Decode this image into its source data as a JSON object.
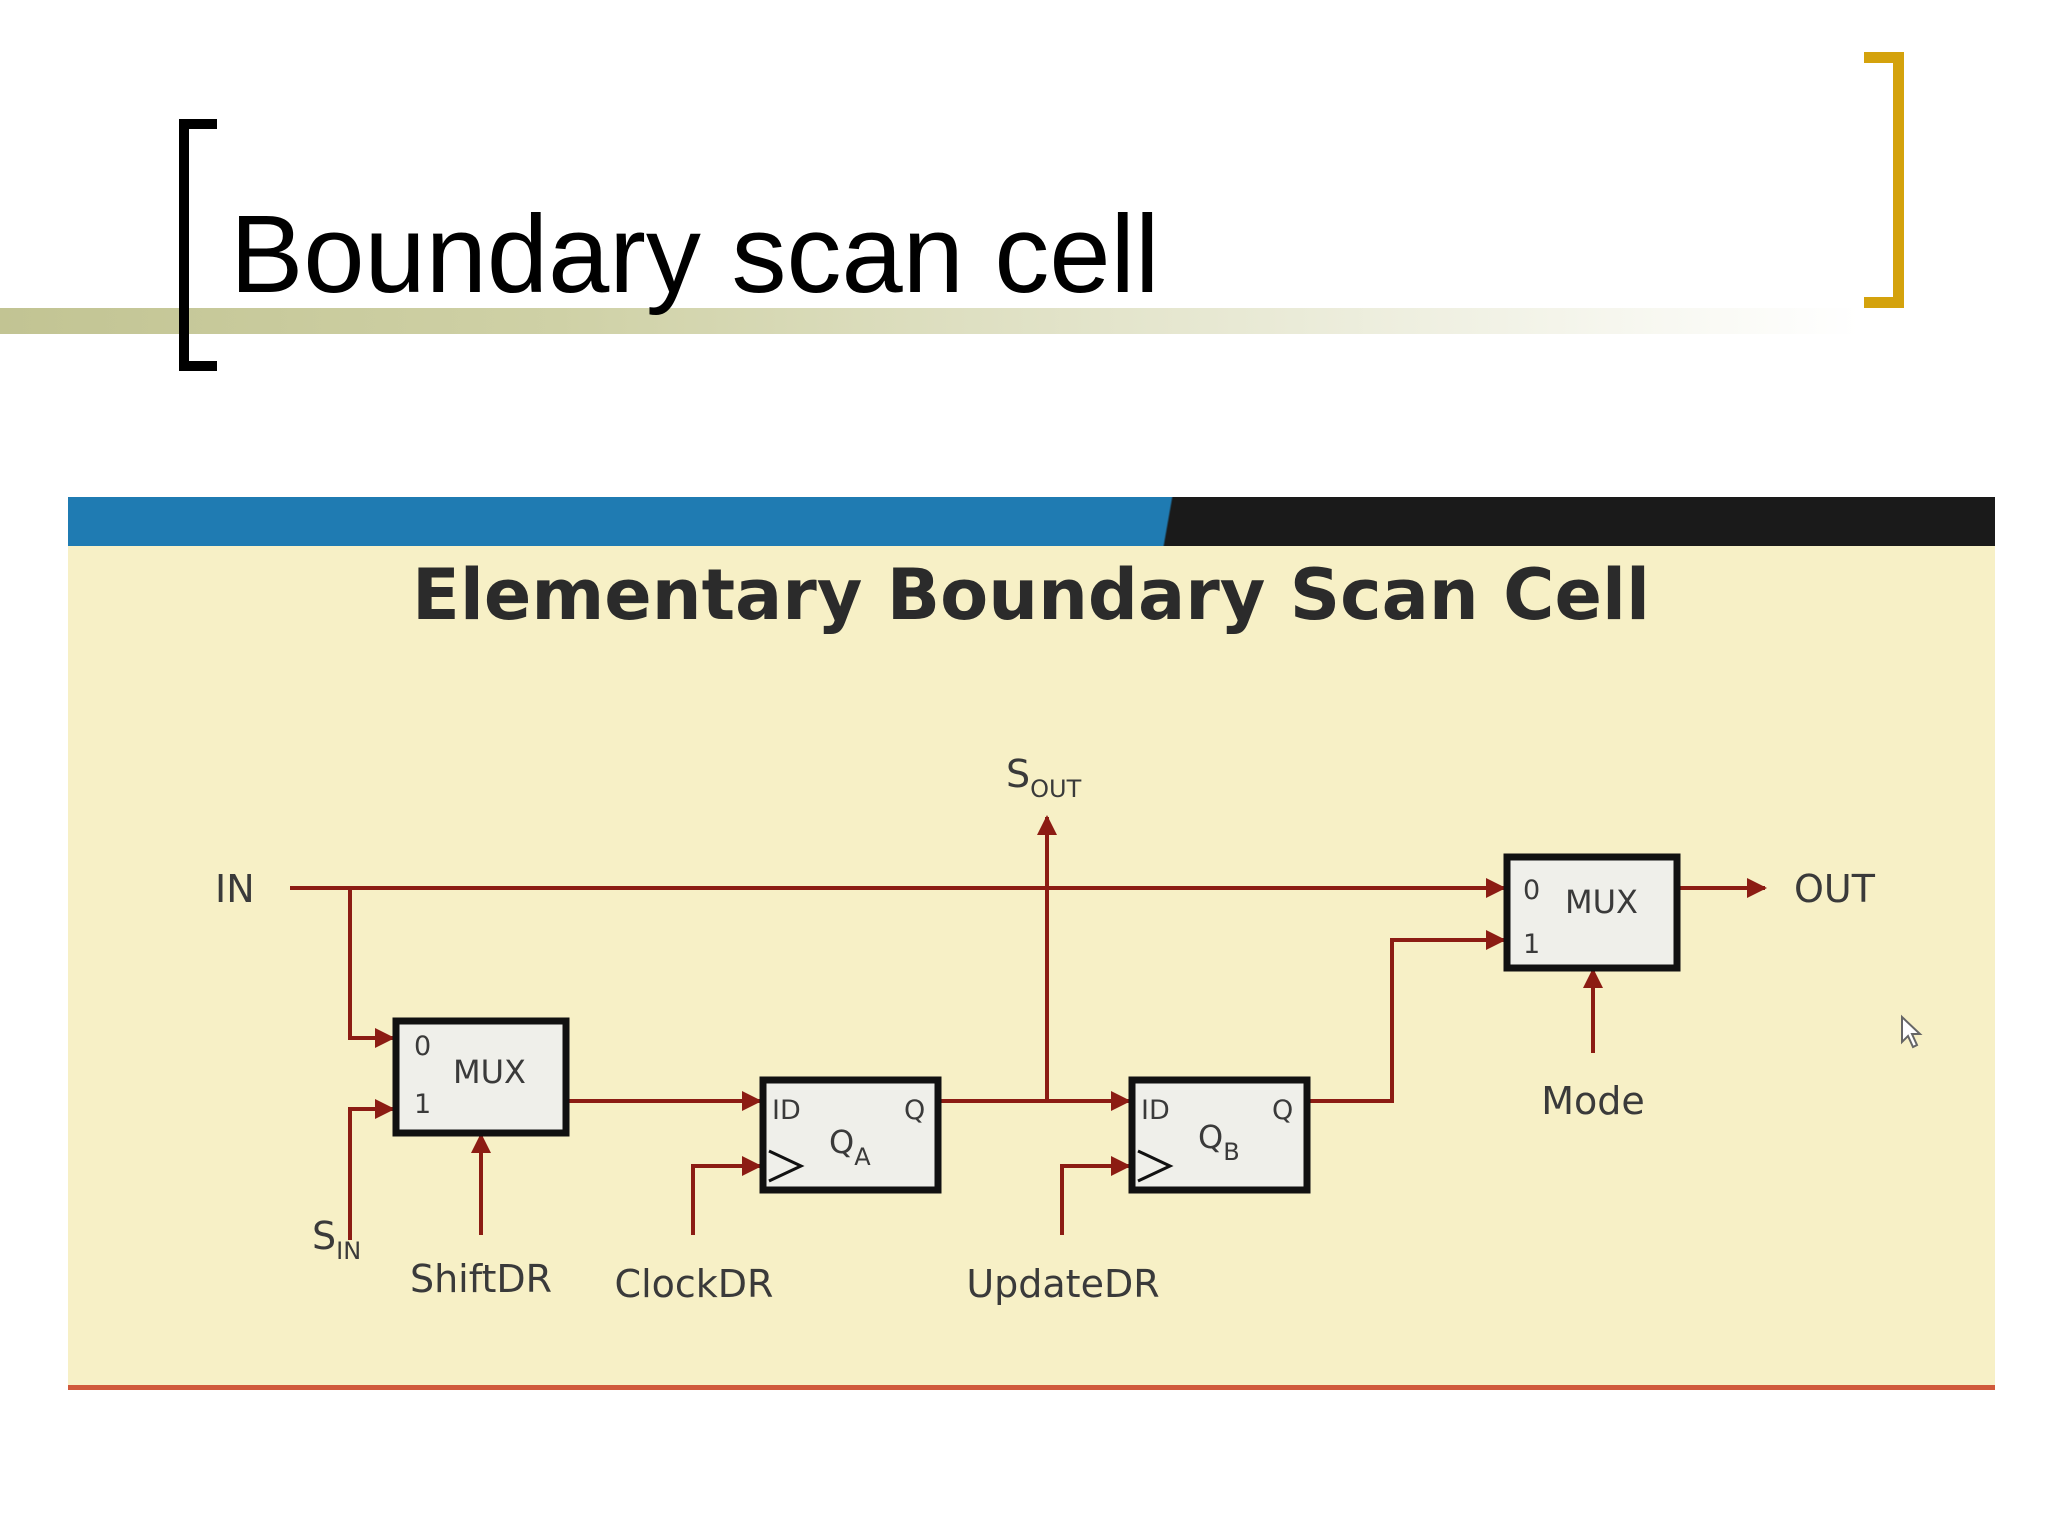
{
  "slide": {
    "title": "Boundary scan cell"
  },
  "diagram": {
    "title": "Elementary Boundary Scan Cell",
    "signals": {
      "in": "IN",
      "out": "OUT",
      "sout_main": "S",
      "sout_sub": "OUT",
      "sin_main": "S",
      "sin_sub": "IN",
      "shift": "ShiftDR",
      "clock": "ClockDR",
      "update": "UpdateDR",
      "mode": "Mode"
    },
    "mux_in": {
      "name": "MUX",
      "pin0": "0",
      "pin1": "1"
    },
    "ff_a": {
      "pin_d": "ID",
      "pin_q": "Q",
      "name_main": "Q",
      "name_sub": "A"
    },
    "ff_b": {
      "pin_d": "ID",
      "pin_q": "Q",
      "name_main": "Q",
      "name_sub": "B"
    },
    "mux_out": {
      "name": "MUX",
      "pin0": "0",
      "pin1": "1"
    }
  },
  "colors": {
    "wire": "#8c1c13",
    "frame_background": "#f7f0c6",
    "frame_top_bar_blue": "#1f7bb2",
    "bracket_right": "#d4a20c"
  },
  "icons": [
    "mouse-cursor-icon"
  ]
}
